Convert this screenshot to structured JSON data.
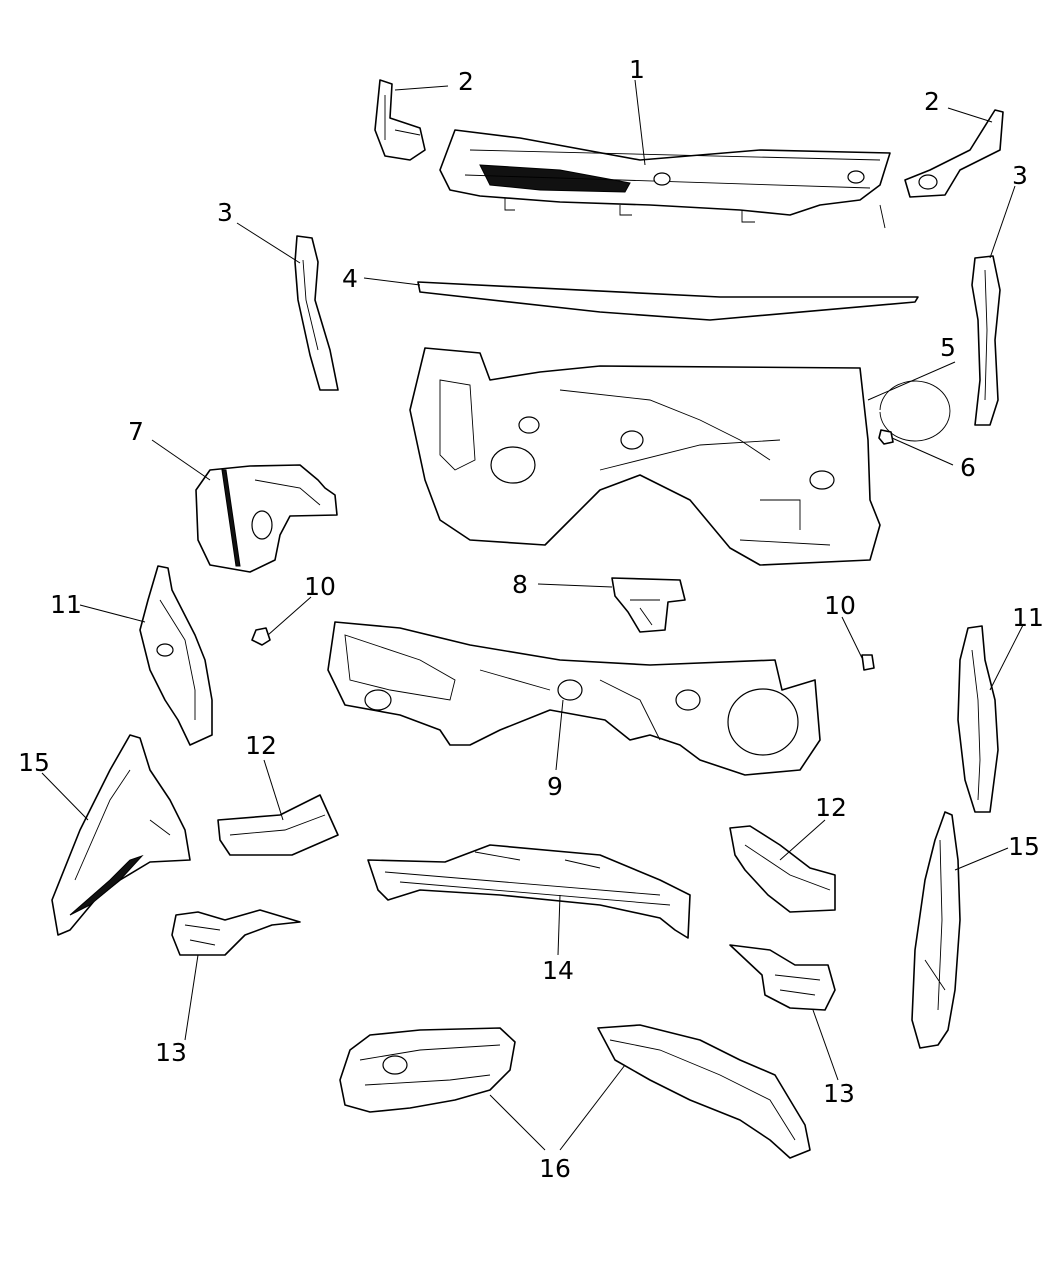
{
  "callouts": [
    {
      "id": "c1",
      "text": "1"
    },
    {
      "id": "c2a",
      "text": "2"
    },
    {
      "id": "c2b",
      "text": "2"
    },
    {
      "id": "c3a",
      "text": "3"
    },
    {
      "id": "c3b",
      "text": "3"
    },
    {
      "id": "c4",
      "text": "4"
    },
    {
      "id": "c5",
      "text": "5"
    },
    {
      "id": "c6",
      "text": "6"
    },
    {
      "id": "c7",
      "text": "7"
    },
    {
      "id": "c8",
      "text": "8"
    },
    {
      "id": "c9",
      "text": "9"
    },
    {
      "id": "c10a",
      "text": "10"
    },
    {
      "id": "c10b",
      "text": "10"
    },
    {
      "id": "c11a",
      "text": "11"
    },
    {
      "id": "c11b",
      "text": "11"
    },
    {
      "id": "c12a",
      "text": "12"
    },
    {
      "id": "c12b",
      "text": "12"
    },
    {
      "id": "c13a",
      "text": "13"
    },
    {
      "id": "c13b",
      "text": "13"
    },
    {
      "id": "c14",
      "text": "14"
    },
    {
      "id": "c15a",
      "text": "15"
    },
    {
      "id": "c15b",
      "text": "15"
    },
    {
      "id": "c16",
      "text": "16"
    }
  ]
}
